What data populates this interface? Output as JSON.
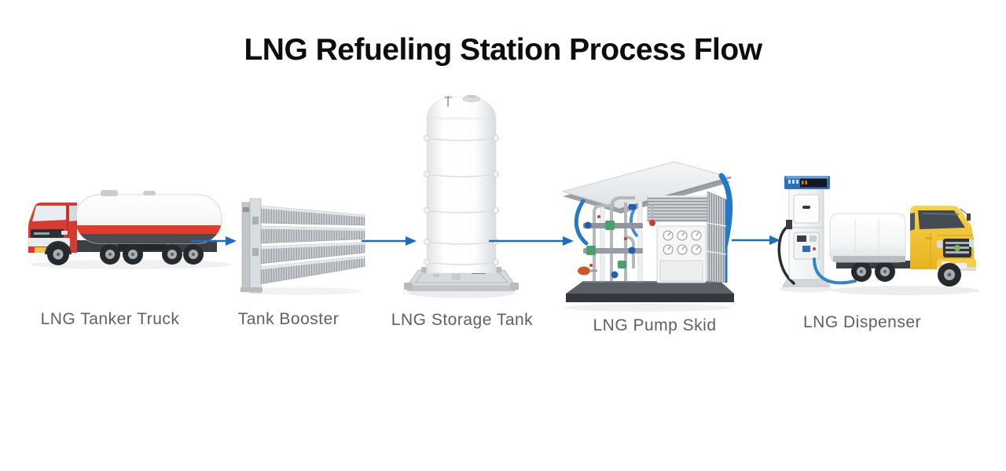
{
  "title": "LNG Refueling Station Process Flow",
  "stages": [
    {
      "label": "LNG Tanker Truck",
      "illustration": "lng-tanker-truck"
    },
    {
      "label": "Tank Booster",
      "illustration": "tank-booster"
    },
    {
      "label": "LNG Storage Tank",
      "illustration": "lng-storage-tank"
    },
    {
      "label": "LNG Pump Skid",
      "illustration": "lng-pump-skid"
    },
    {
      "label": "LNG Dispenser",
      "illustration": "lng-dispenser-with-truck"
    }
  ],
  "flow": [
    {
      "from": "LNG Tanker Truck",
      "to": "Tank Booster"
    },
    {
      "from": "Tank Booster",
      "to": "LNG Storage Tank"
    },
    {
      "from": "LNG Storage Tank",
      "to": "LNG Pump Skid"
    },
    {
      "from": "LNG Pump Skid",
      "to": "LNG Dispenser"
    }
  ],
  "colors": {
    "background": "#ffffff",
    "title-text": "#0d0d0d",
    "label-text": "#5d6065",
    "arrow": "#1b6dc1",
    "truck-cab-red": "#d63a31",
    "tank-stripe-red": "#e23b2e",
    "delivery-truck-yellow": "#f3c52f",
    "canopy-support-blue": "#2478c8",
    "dispenser-top-blue": "#2a6fc0",
    "hose-blue": "#2f86c9",
    "metal-gray": "#c3c7cb",
    "skid-base-gray": "#50565c"
  }
}
